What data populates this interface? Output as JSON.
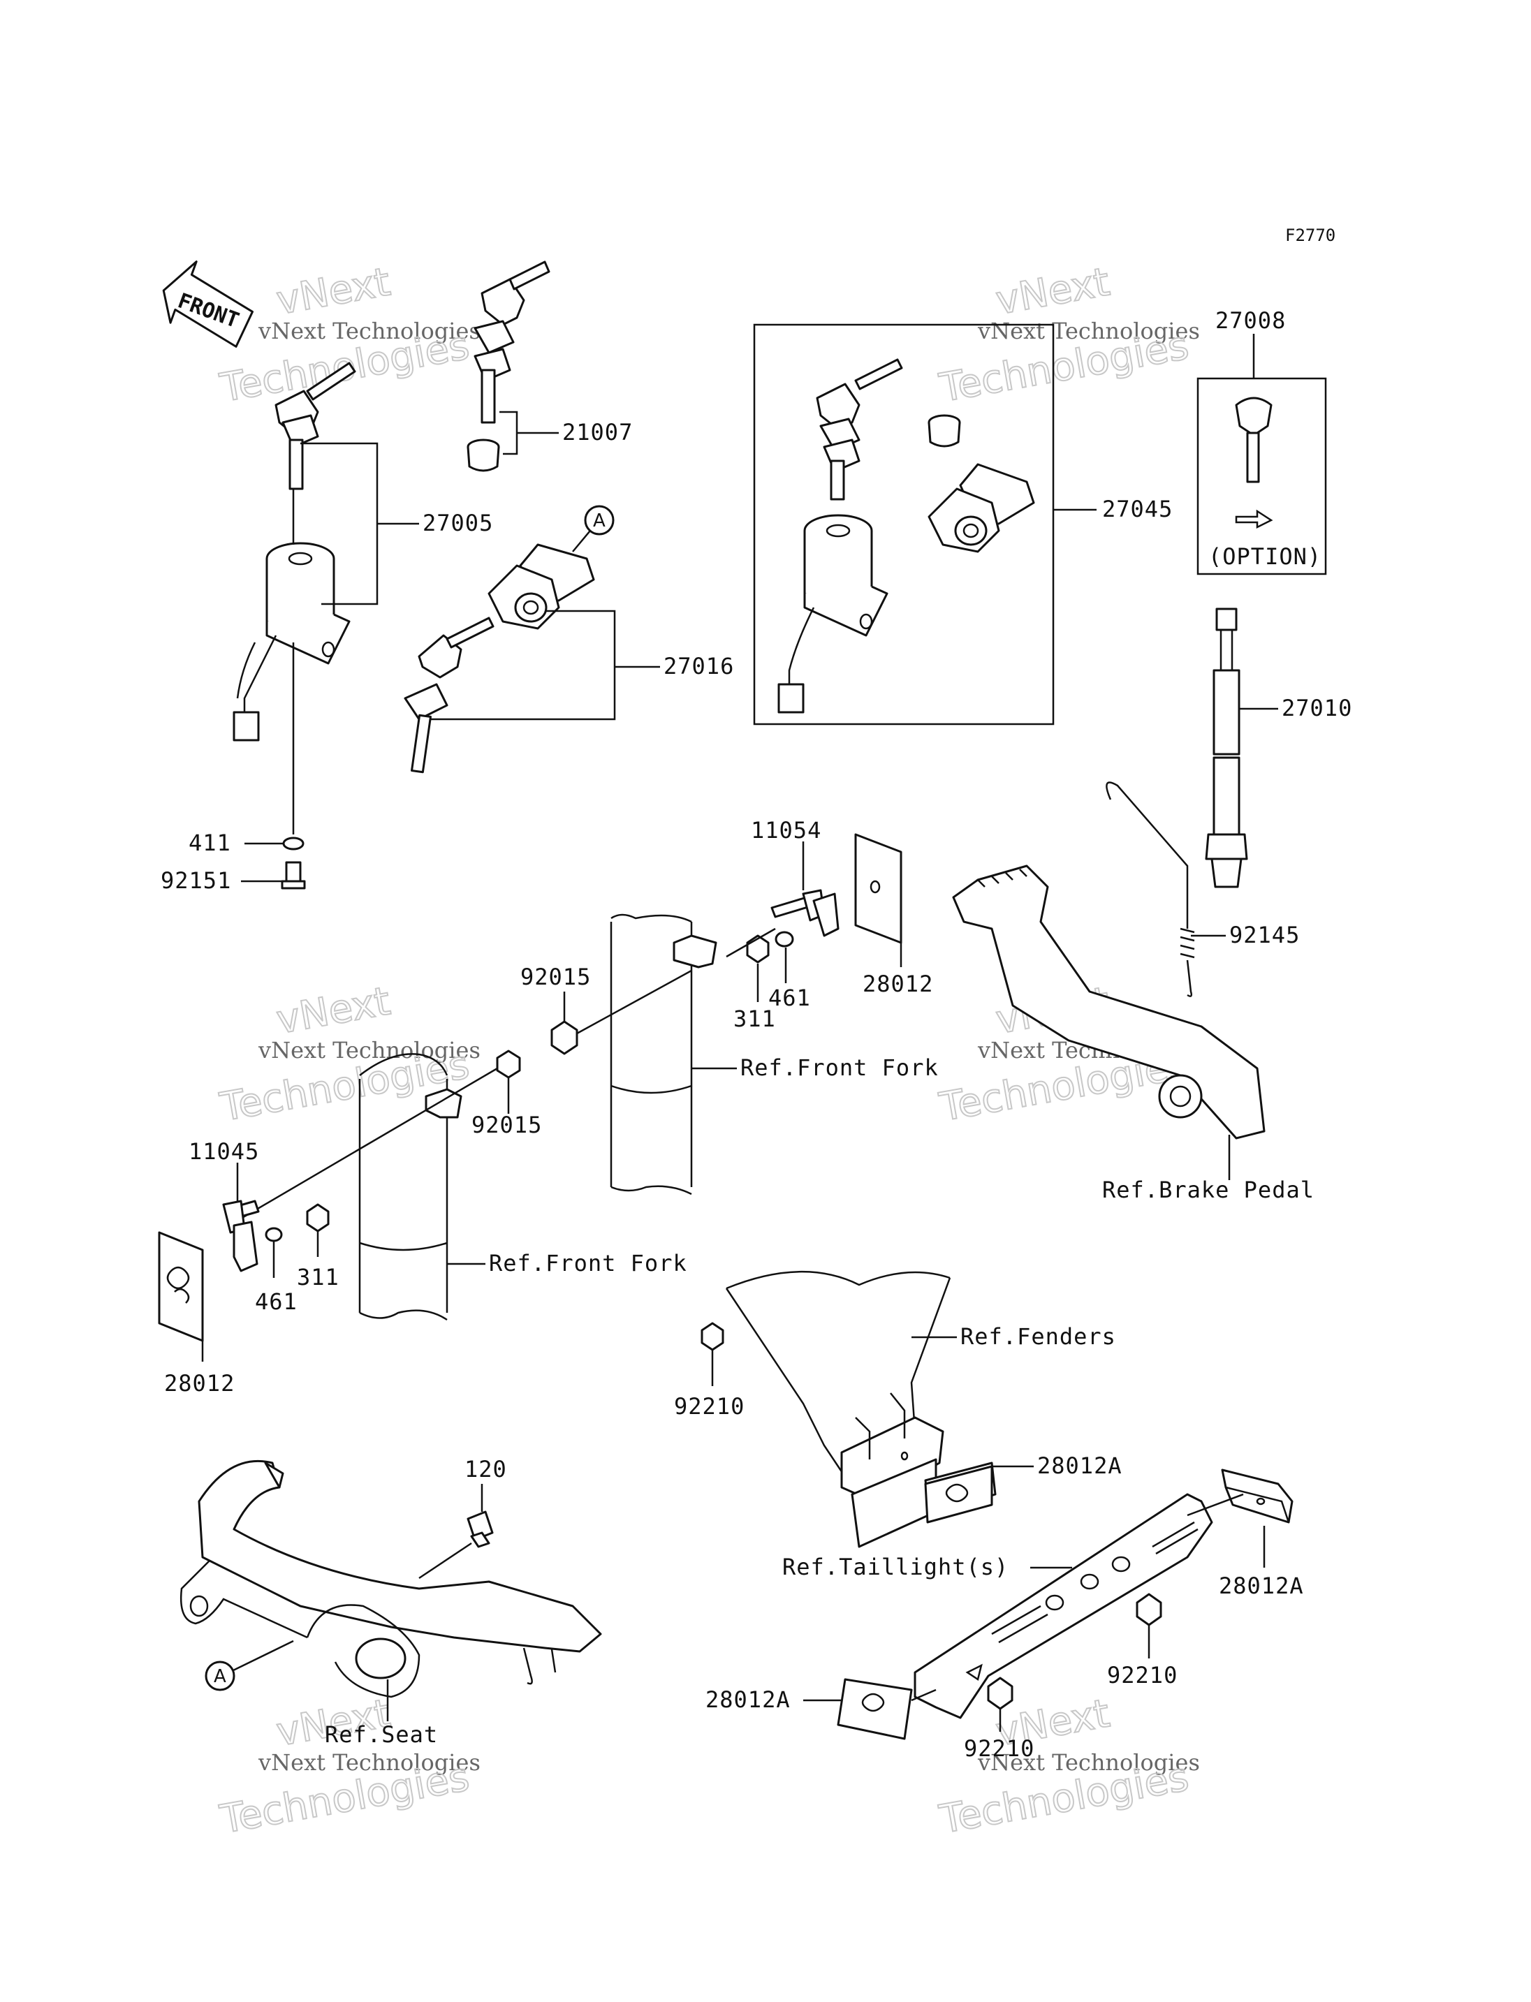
{
  "figure_code": "F2770",
  "front_label": "FRONT",
  "option_label": "(OPTION)",
  "ref_A": "A",
  "watermark_line1": "vNext Technologies",
  "watermark_line2": "Technologies",
  "watermark_line3": "vNext",
  "parts": {
    "p27008": "27008",
    "p21007": "21007",
    "p27005": "27005",
    "p27045": "27045",
    "p27016": "27016",
    "p27010": "27010",
    "p411": "411",
    "p92151": "92151",
    "p11054": "11054",
    "p92015_top": "92015",
    "p461_top": "461",
    "p311_top": "311",
    "p28012_top": "28012",
    "p92145": "92145",
    "p92015_mid": "92015",
    "p11045": "11045",
    "p461_bot": "461",
    "p311_bot": "311",
    "p28012_bot": "28012",
    "p92210_a": "92210",
    "p28012A_a": "28012A",
    "p120": "120",
    "p28012A_b": "28012A",
    "p92210_b": "92210",
    "p28012A_c": "28012A",
    "p92210_c": "92210"
  },
  "refs": {
    "front_fork_1": "Ref.Front Fork",
    "front_fork_2": "Ref.Front Fork",
    "brake_pedal": "Ref.Brake Pedal",
    "fenders": "Ref.Fenders",
    "taillights": "Ref.Taillight(s)",
    "seat": "Ref.Seat"
  }
}
